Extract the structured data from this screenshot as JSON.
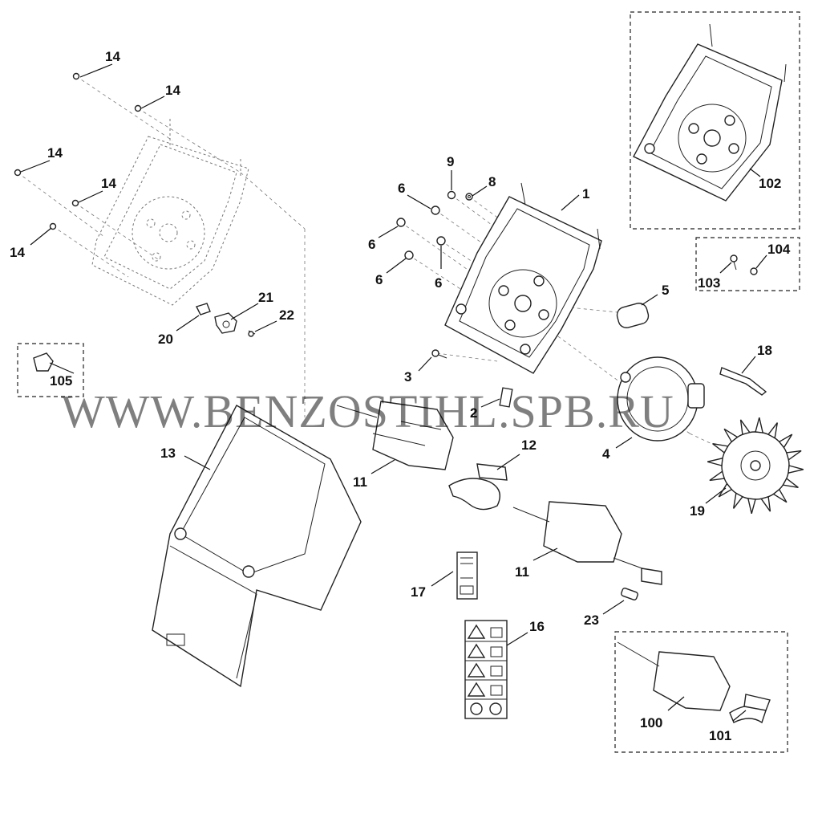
{
  "watermark": "WWW.BENZOSTIHL.SPB.RU",
  "callouts": {
    "c1": "1",
    "c2": "2",
    "c3": "3",
    "c4": "4",
    "c5": "5",
    "c6a": "6",
    "c6b": "6",
    "c6c": "6",
    "c6d": "6",
    "c8": "8",
    "c9": "9",
    "c11a": "11",
    "c11b": "11",
    "c12": "12",
    "c13": "13",
    "c14a": "14",
    "c14b": "14",
    "c14c": "14",
    "c14d": "14",
    "c14e": "14",
    "c16": "16",
    "c17": "17",
    "c18": "18",
    "c19": "19",
    "c20": "20",
    "c21": "21",
    "c22": "22",
    "c23": "23",
    "c100": "100",
    "c101": "101",
    "c102": "102",
    "c103": "103",
    "c104": "104",
    "c105": "105"
  }
}
